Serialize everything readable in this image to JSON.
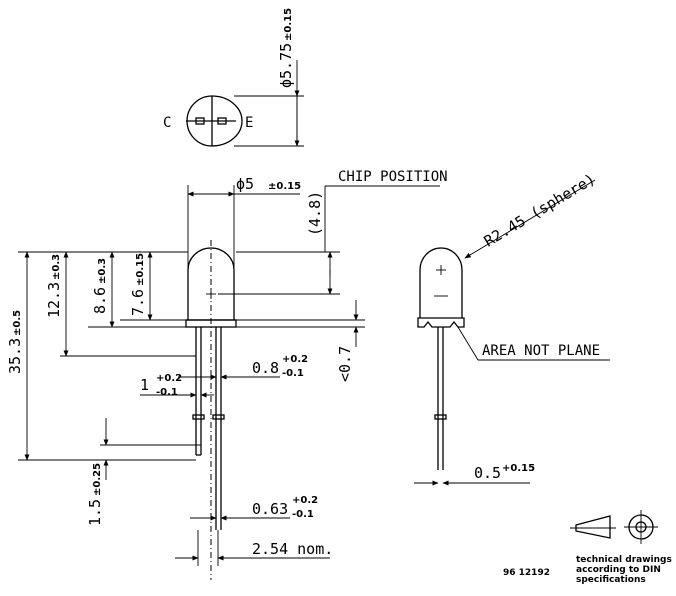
{
  "top_view": {
    "diameter": "ϕ5.75",
    "diameter_tol": "±0.15",
    "label_c": "C",
    "label_e": "E"
  },
  "side_view": {
    "diameter": "ϕ5",
    "diameter_tol": "±0.15",
    "chip_position_label": "CHIP POSITION",
    "chip_position_value": "(4.8)",
    "overall_length": "35.3",
    "overall_length_tol": "±0.5",
    "length_12": "12.3",
    "length_12_tol": "±0.3",
    "length_8": "8.6",
    "length_8_tol": "±0.3",
    "length_7": "7.6",
    "length_7_tol": "±0.15",
    "flange": "<0.7",
    "lead_spacing_upper": "0.8",
    "lead_spacing_upper_tol_plus": "+0.2",
    "lead_spacing_upper_tol_minus": "-0.1",
    "lead_width": "1",
    "lead_width_tol_plus": "+0.2",
    "lead_width_tol_minus": "-0.1",
    "lead_step": "1.5",
    "lead_step_tol": "±0.25",
    "lead_thickness": "0.63",
    "lead_thickness_tol_plus": "+0.2",
    "lead_thickness_tol_minus": "-0.1",
    "pitch": "2.54 nom."
  },
  "end_view": {
    "radius": "R2.45 (sphere)",
    "area_label": "AREA NOT PLANE",
    "lead_dim": "0.5",
    "lead_dim_tol": "+0.15"
  },
  "footer": {
    "drawing_number": "96 12192",
    "note_line1": "technical drawings",
    "note_line2": "according to DIN",
    "note_line3": "specifications"
  }
}
